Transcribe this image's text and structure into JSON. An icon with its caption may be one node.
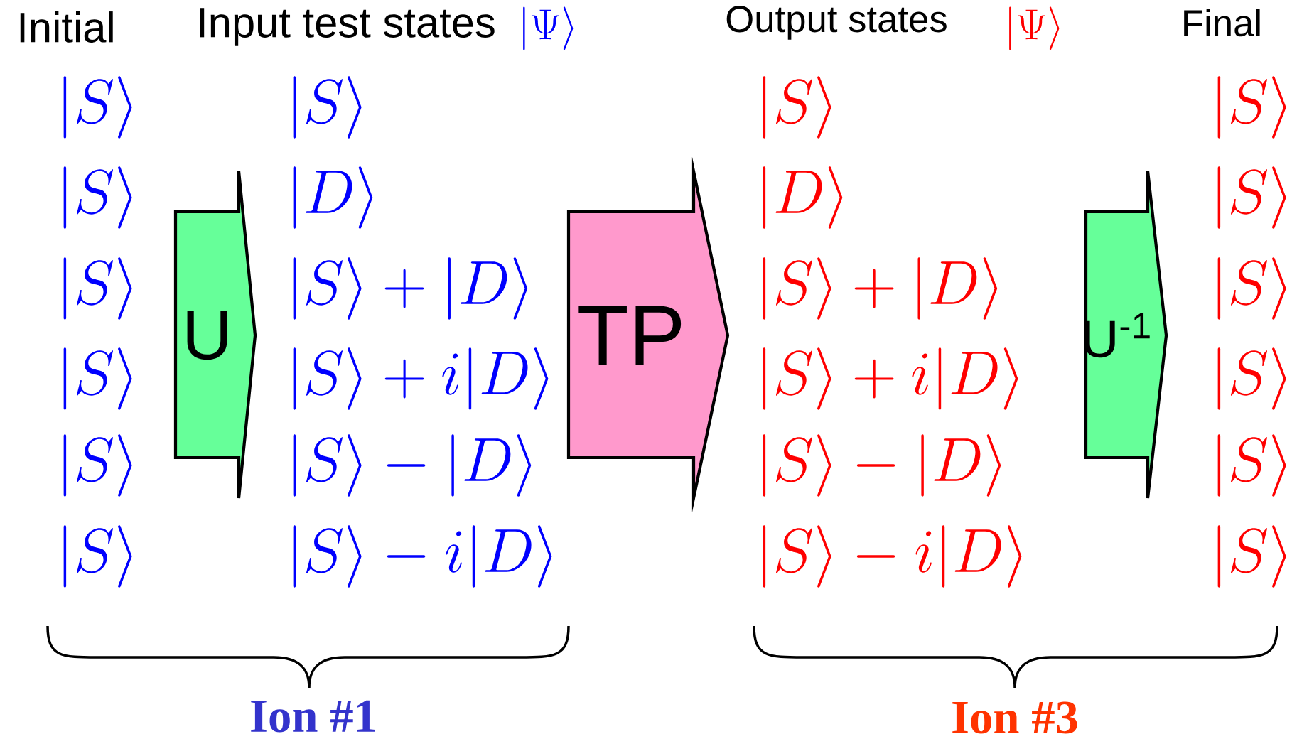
{
  "diagram": {
    "nodes": [
      {
        "text": [
          "U"
        ]
      },
      {
        "text": [
          "TP"
        ]
      },
      {
        "text": [
          "U$^{-1}$"
        ]
      }
    ],
    "labels": [
      "Initial",
      "Input test states",
      "|\\Psi\\rangle",
      "Output states",
      "|\\Psi\\rangle",
      "Final",
      "|S\\rangle",
      "|S\\rangle",
      "|S\\rangle",
      "|S\\rangle",
      "|S\\rangle",
      "|D\\rangle",
      "|D\\rangle",
      "|S\\rangle",
      "|S\\rangle",
      "|S\\rangle+|D\\rangle",
      "|S\\rangle+|D\\rangle",
      "|S\\rangle",
      "|S\\rangle",
      "|S\\rangle+i|D\\rangle",
      "|S\\rangle+i|D\\rangle",
      "|S\\rangle",
      "|S\\rangle",
      "|S\\rangle-|D\\rangle",
      "|S\\rangle-|D\\rangle",
      "|S\\rangle",
      "|S\\rangle",
      "|S\\rangle-i|D\\rangle",
      "|S\\rangle-i|D\\rangle",
      "|S\\rangle",
      "Ion #1",
      "Ion #3"
    ]
  }
}
